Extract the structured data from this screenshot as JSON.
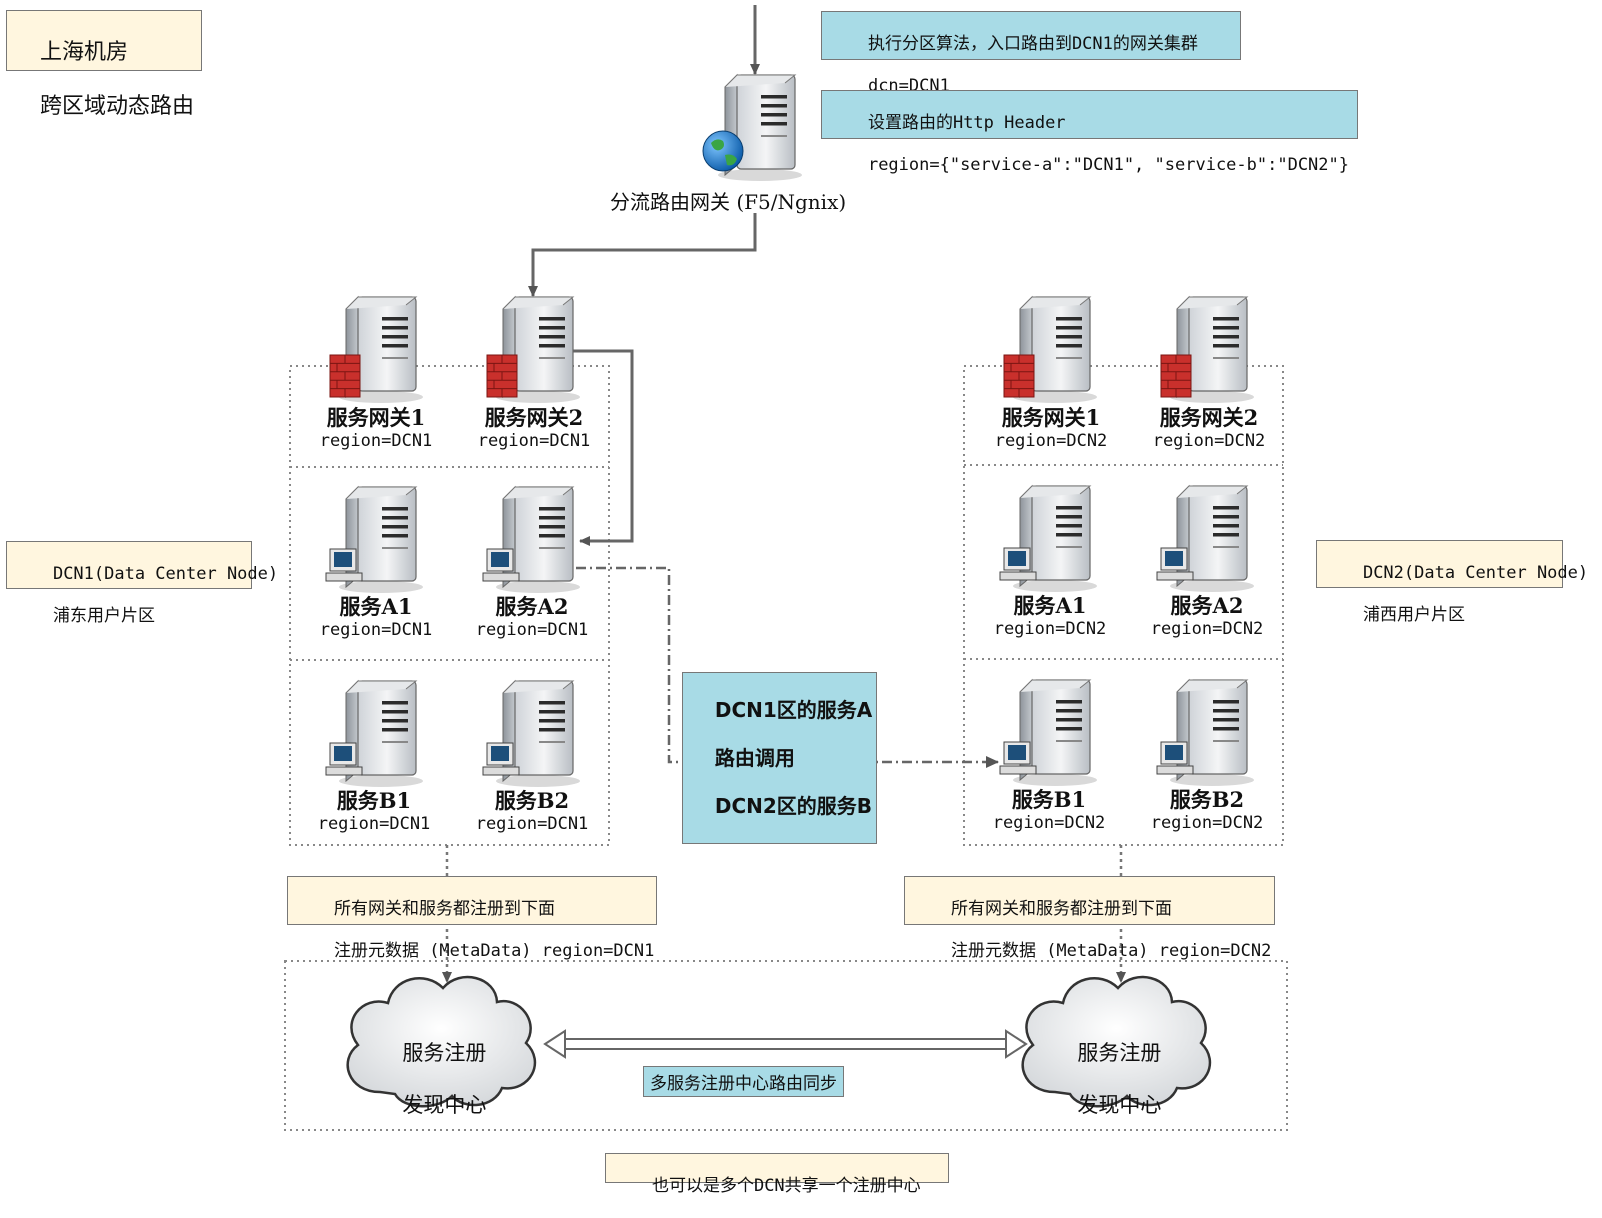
{
  "title": {
    "line1": "上海机房",
    "line2": "跨区域动态路由"
  },
  "notes": {
    "partition": {
      "line1": "执行分区算法，入口路由到DCN1的网关集群",
      "line2": "dcn=DCN1"
    },
    "header": {
      "line1": "设置路由的Http Header",
      "line2": "region={\"service-a\":\"DCN1\", \"service-b\":\"DCN2\"}"
    },
    "dcn1": {
      "line1": "DCN1(Data Center Node)",
      "line2": "浦东用户片区"
    },
    "dcn2": {
      "line1": "DCN2(Data Center Node)",
      "line2": "浦西用户片区"
    },
    "register_dcn1": {
      "line1": "所有网关和服务都注册到下面",
      "line2": "注册元数据 (MetaData) region=DCN1"
    },
    "register_dcn2": {
      "line1": "所有网关和服务都注册到下面",
      "line2": "注册元数据 (MetaData) region=DCN2"
    },
    "shared": "也可以是多个DCN共享一个注册中心"
  },
  "gateway": {
    "label": "分流路由网关 (F5/Ngnix)"
  },
  "dcn1": {
    "gateways": [
      {
        "name": "服务网关1",
        "region": "region=DCN1"
      },
      {
        "name": "服务网关2",
        "region": "region=DCN1"
      }
    ],
    "services_a": [
      {
        "name": "服务A1",
        "region": "region=DCN1"
      },
      {
        "name": "服务A2",
        "region": "region=DCN1"
      }
    ],
    "services_b": [
      {
        "name": "服务B1",
        "region": "region=DCN1"
      },
      {
        "name": "服务B2",
        "region": "region=DCN1"
      }
    ]
  },
  "dcn2": {
    "gateways": [
      {
        "name": "服务网关1",
        "region": "region=DCN2"
      },
      {
        "name": "服务网关2",
        "region": "region=DCN2"
      }
    ],
    "services_a": [
      {
        "name": "服务A1",
        "region": "region=DCN2"
      },
      {
        "name": "服务A2",
        "region": "region=DCN2"
      }
    ],
    "services_b": [
      {
        "name": "服务B1",
        "region": "region=DCN2"
      },
      {
        "name": "服务B2",
        "region": "region=DCN2"
      }
    ]
  },
  "cross_call": {
    "line1": "DCN1区的服务A",
    "line2": "路由调用",
    "line3": "DCN2区的服务B"
  },
  "registry": {
    "left": {
      "line1": "服务注册",
      "line2": "发现中心"
    },
    "right": {
      "line1": "服务注册",
      "line2": "发现中心"
    },
    "sync_label": "多服务注册中心路由同步"
  },
  "colors": {
    "note_yellow": "#fff6df",
    "note_blue": "#a8dbe6",
    "server_body": "#eef0f2",
    "firewall": "#c9302c"
  }
}
